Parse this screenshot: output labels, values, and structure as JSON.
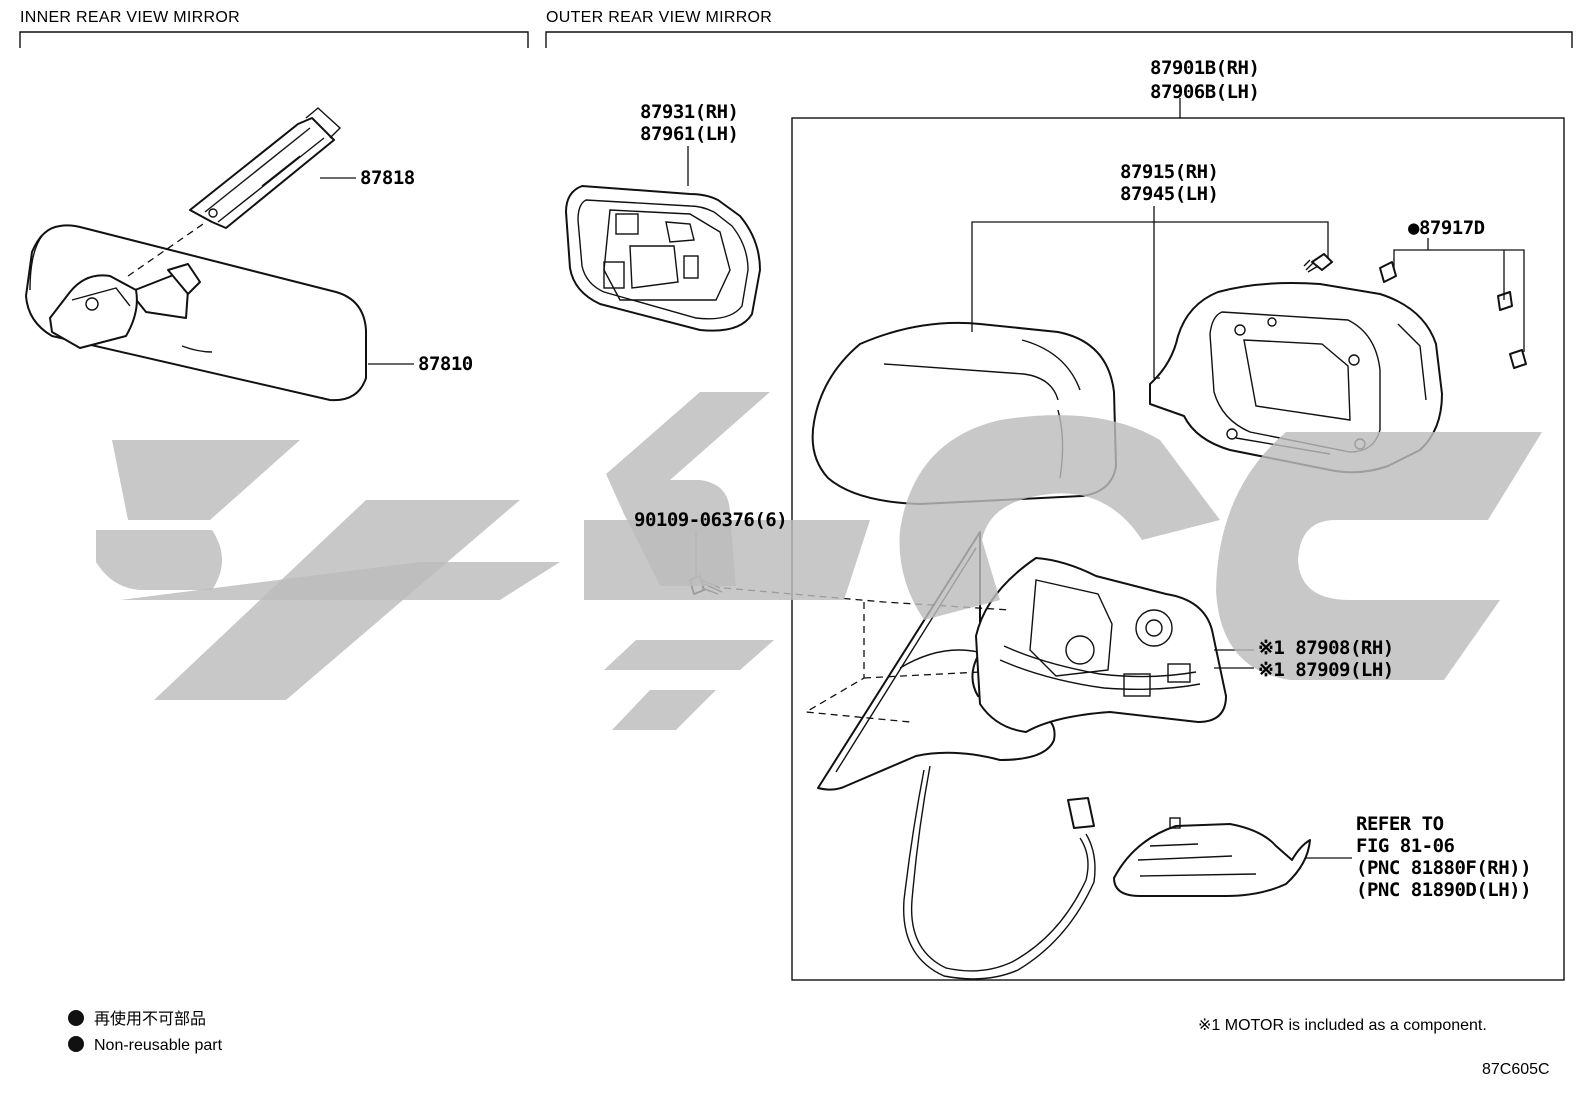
{
  "sections": {
    "inner_title": "INNER REAR VIEW MIRROR",
    "outer_title": "OUTER REAR VIEW MIRROR"
  },
  "labels": {
    "p87818": "87818",
    "p87810": "87810",
    "p87931": "87931(RH)",
    "p87961": "87961(LH)",
    "p87901": "87901B(RH)",
    "p87906": "87906B(LH)",
    "p87915": "87915(RH)",
    "p87945": "87945(LH)",
    "p87917": "●87917D",
    "p90109": "90109-06376(6)",
    "p87908": "※1 87908(RH)",
    "p87909": "※1 87909(LH)",
    "refer1": "REFER TO",
    "refer2": "FIG 81-06",
    "refer3": "(PNC 81880F(RH))",
    "refer4": "(PNC 81890D(LH))"
  },
  "legend": {
    "jp": "再使用不可部品",
    "en": "Non-reusable part",
    "motor_note": "※1 MOTOR is included as a component.",
    "fig_code": "87C605C"
  },
  "watermark": {
    "color": "#bcbcbc"
  }
}
